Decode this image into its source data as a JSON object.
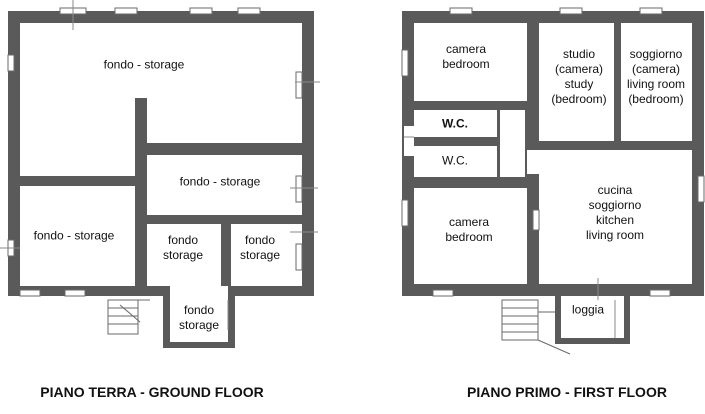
{
  "ground_floor": {
    "title": "PIANO TERRA - GROUND FLOOR",
    "rooms": [
      {
        "lines": [
          "fondo - storage"
        ]
      },
      {
        "lines": [
          "fondo - storage"
        ]
      },
      {
        "lines": [
          "fondo - storage"
        ]
      },
      {
        "lines": [
          "fondo",
          "storage"
        ]
      },
      {
        "lines": [
          "fondo",
          "storage"
        ]
      },
      {
        "lines": [
          "fondo",
          "storage"
        ]
      }
    ]
  },
  "first_floor": {
    "title": "PIANO PRIMO - FIRST FLOOR",
    "rooms": [
      {
        "lines": [
          "camera",
          "bedroom"
        ]
      },
      {
        "lines": [
          "studio",
          "(camera)",
          "study",
          "(bedroom)"
        ]
      },
      {
        "lines": [
          "soggiorno",
          "(camera)",
          "living room",
          "(bedroom)"
        ]
      },
      {
        "lines": [
          "W.C."
        ]
      },
      {
        "lines": [
          "W.C."
        ]
      },
      {
        "lines": [
          "camera",
          "bedroom"
        ]
      },
      {
        "lines": [
          "cucina",
          "soggiorno",
          "kitchen",
          "living room"
        ]
      },
      {
        "lines": [
          "loggia"
        ]
      }
    ]
  }
}
